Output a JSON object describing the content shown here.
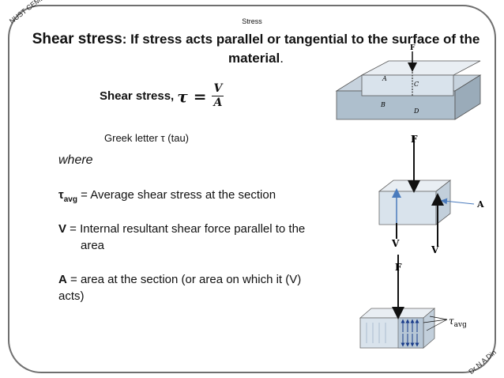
{
  "header": "Stress",
  "corner_tl": "NUST CEME",
  "corner_br": "Dr N A Din",
  "title": {
    "lead": "Shear stress",
    "rest": ": If stress acts parallel or tangential  to the surface of the material",
    "end": "."
  },
  "formula": {
    "label": "Shear stress,",
    "symbol": "τ",
    "equals": "=",
    "numerator": "V",
    "denominator": "A"
  },
  "greek_note": "Greek letter τ (tau)",
  "where": "where",
  "definitions": {
    "tavg": {
      "symbol": "τ",
      "sub": "avg",
      "text": "= Average shear stress at the section"
    },
    "v": {
      "symbol": "V",
      "text": " = Internal resultant shear force parallel to the",
      "cont": "area"
    },
    "a": {
      "symbol": "A",
      "text": " = area at the section (or area on which it (V) acts)"
    }
  },
  "figure1": {
    "F": "F",
    "A": "A",
    "B": "B",
    "C": "C",
    "D": "D"
  },
  "figure2": {
    "F": "F",
    "V_left": "V",
    "V_right": "V",
    "A": "A"
  },
  "figure3": {
    "F": "F",
    "tau": "τ",
    "tau_sub": "avg"
  },
  "colors": {
    "block_face": "#d9e3ec",
    "block_top": "#e9eef3",
    "arrow": "#111111",
    "frame": "#6f6f6f"
  }
}
